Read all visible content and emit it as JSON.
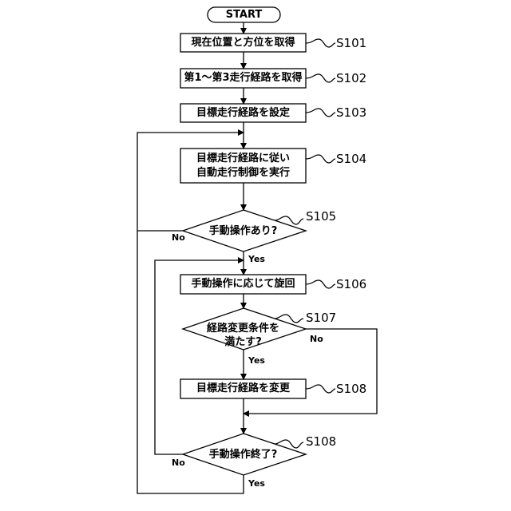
{
  "flowchart": {
    "start": "START",
    "boxes": {
      "s101": "現在位置と方位を取得",
      "s102": "第1～第3走行経路を取得",
      "s103": "目標走行経路を設定",
      "s104_line1": "目標走行経路に従い",
      "s104_line2": "自動走行制御を実行",
      "s106": "手動操作に応じて旋回",
      "s108": "目標走行経路を変更"
    },
    "decisions": {
      "s105": "手動操作あり?",
      "s107_line1": "経路変更条件を",
      "s107_line2": "満たす?",
      "s108b": "手動操作終了?"
    },
    "step_labels": {
      "s101": "S101",
      "s102": "S102",
      "s103": "S103",
      "s104": "S104",
      "s105": "S105",
      "s106": "S106",
      "s107": "S107",
      "s108": "S108",
      "s108b": "S108"
    },
    "branches": {
      "s105_no": "No",
      "s105_yes": "Yes",
      "s107_no": "No",
      "s107_yes": "Yes",
      "s108b_no": "No",
      "s108b_yes": "Yes"
    }
  }
}
